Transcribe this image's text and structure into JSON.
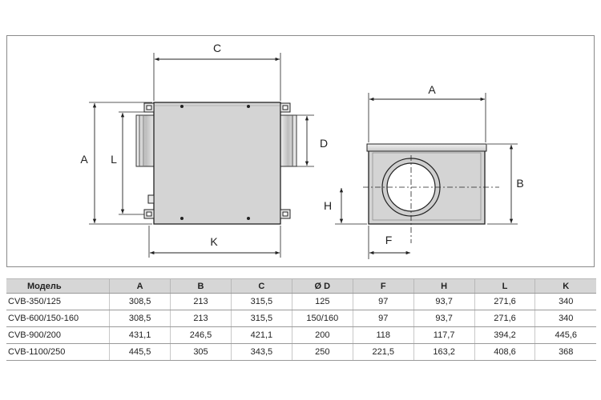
{
  "drawing": {
    "side_view_labels": {
      "a": "A",
      "l": "L",
      "c": "C",
      "d": "D",
      "k": "K"
    },
    "front_view_labels": {
      "a": "A",
      "b": "B",
      "h": "H",
      "f": "F"
    }
  },
  "table": {
    "headers": [
      "Модель",
      "A",
      "B",
      "C",
      "Ø D",
      "F",
      "H",
      "L",
      "K"
    ],
    "rows": [
      [
        "CVB-350/125",
        "308,5",
        "213",
        "315,5",
        "125",
        "97",
        "93,7",
        "271,6",
        "340"
      ],
      [
        "CVB-600/150-160",
        "308,5",
        "213",
        "315,5",
        "150/160",
        "97",
        "93,7",
        "271,6",
        "340"
      ],
      [
        "CVB-900/200",
        "431,1",
        "246,5",
        "421,1",
        "200",
        "118",
        "117,7",
        "394,2",
        "445,6"
      ],
      [
        "CVB-1100/250",
        "445,5",
        "305",
        "343,5",
        "250",
        "221,5",
        "163,2",
        "408,6",
        "368"
      ]
    ]
  }
}
